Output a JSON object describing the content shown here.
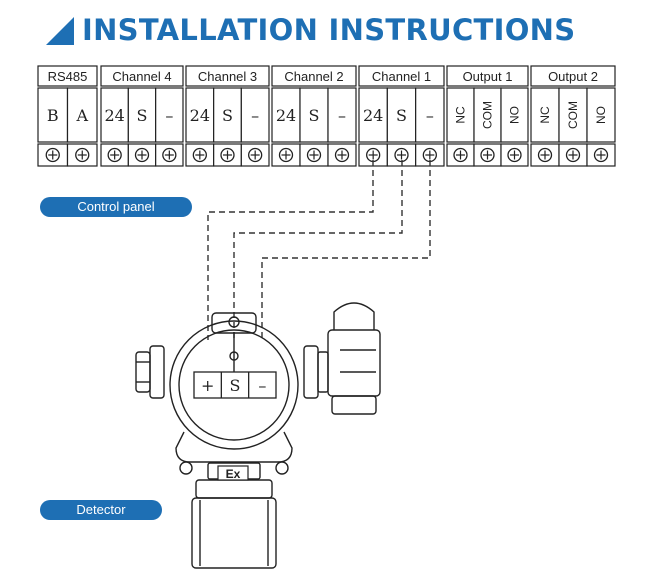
{
  "title": "INSTALLATION INSTRUCTIONS",
  "control_panel_label": "Control panel",
  "detector_label": "Detector",
  "groups": [
    {
      "name": "RS485",
      "terminals": [
        "B",
        "A"
      ]
    },
    {
      "name": "Channel 4",
      "terminals": [
        "24",
        "S",
        "–"
      ]
    },
    {
      "name": "Channel 3",
      "terminals": [
        "24",
        "S",
        "–"
      ]
    },
    {
      "name": "Channel 2",
      "terminals": [
        "24",
        "S",
        "–"
      ]
    },
    {
      "name": "Channel 1",
      "terminals": [
        "24",
        "S",
        "–"
      ]
    },
    {
      "name": "Output 1",
      "terminals": [
        "NC",
        "COM",
        "NO"
      ]
    },
    {
      "name": "Output 2",
      "terminals": [
        "NC",
        "COM",
        "NO"
      ]
    }
  ],
  "detector_terminals": [
    "+",
    "S",
    "–"
  ],
  "detector_marking": "Ex",
  "colors": {
    "accent": "#1e6fb4",
    "line": "#333333"
  }
}
